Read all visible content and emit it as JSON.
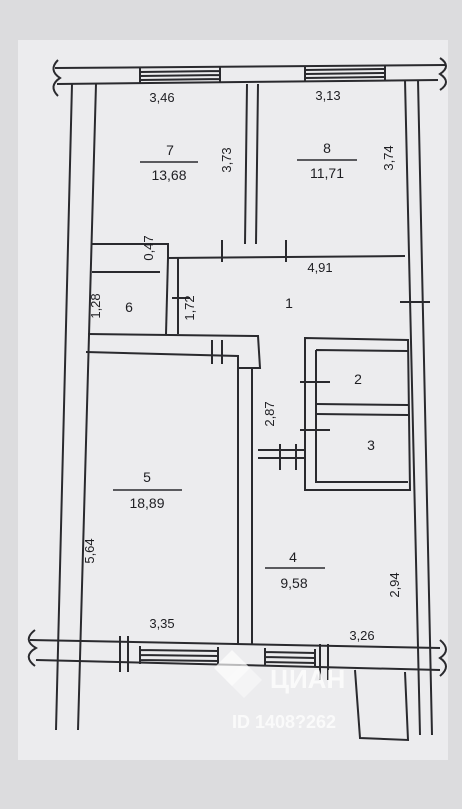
{
  "plan": {
    "rooms": [
      {
        "number": "7",
        "area": "13,68"
      },
      {
        "number": "8",
        "area": "11,71"
      },
      {
        "number": "1",
        "area": ""
      },
      {
        "number": "6",
        "area": ""
      },
      {
        "number": "2",
        "area": ""
      },
      {
        "number": "3",
        "area": ""
      },
      {
        "number": "5",
        "area": "18,89"
      },
      {
        "number": "4",
        "area": "9,58"
      }
    ],
    "dimensions": {
      "room7_width": "3,46",
      "room8_width": "3,13",
      "room7_depth": "3,73",
      "room8_depth": "3,74",
      "hall_width": "4,91",
      "wall_047": "0,47",
      "room6_height": "1,28",
      "room6_width": "1,72",
      "corridor": "2,87",
      "room5_depth": "5,64",
      "room5_width": "3,35",
      "room4_width": "3,26",
      "room4_depth": "2,94"
    },
    "watermark": {
      "brand": "ЦИАН",
      "listing_id": "ID 1408?262"
    }
  },
  "colors": {
    "paper": "#dcdcde",
    "line": "#2a2a2e",
    "watermark": "#ffffff"
  }
}
